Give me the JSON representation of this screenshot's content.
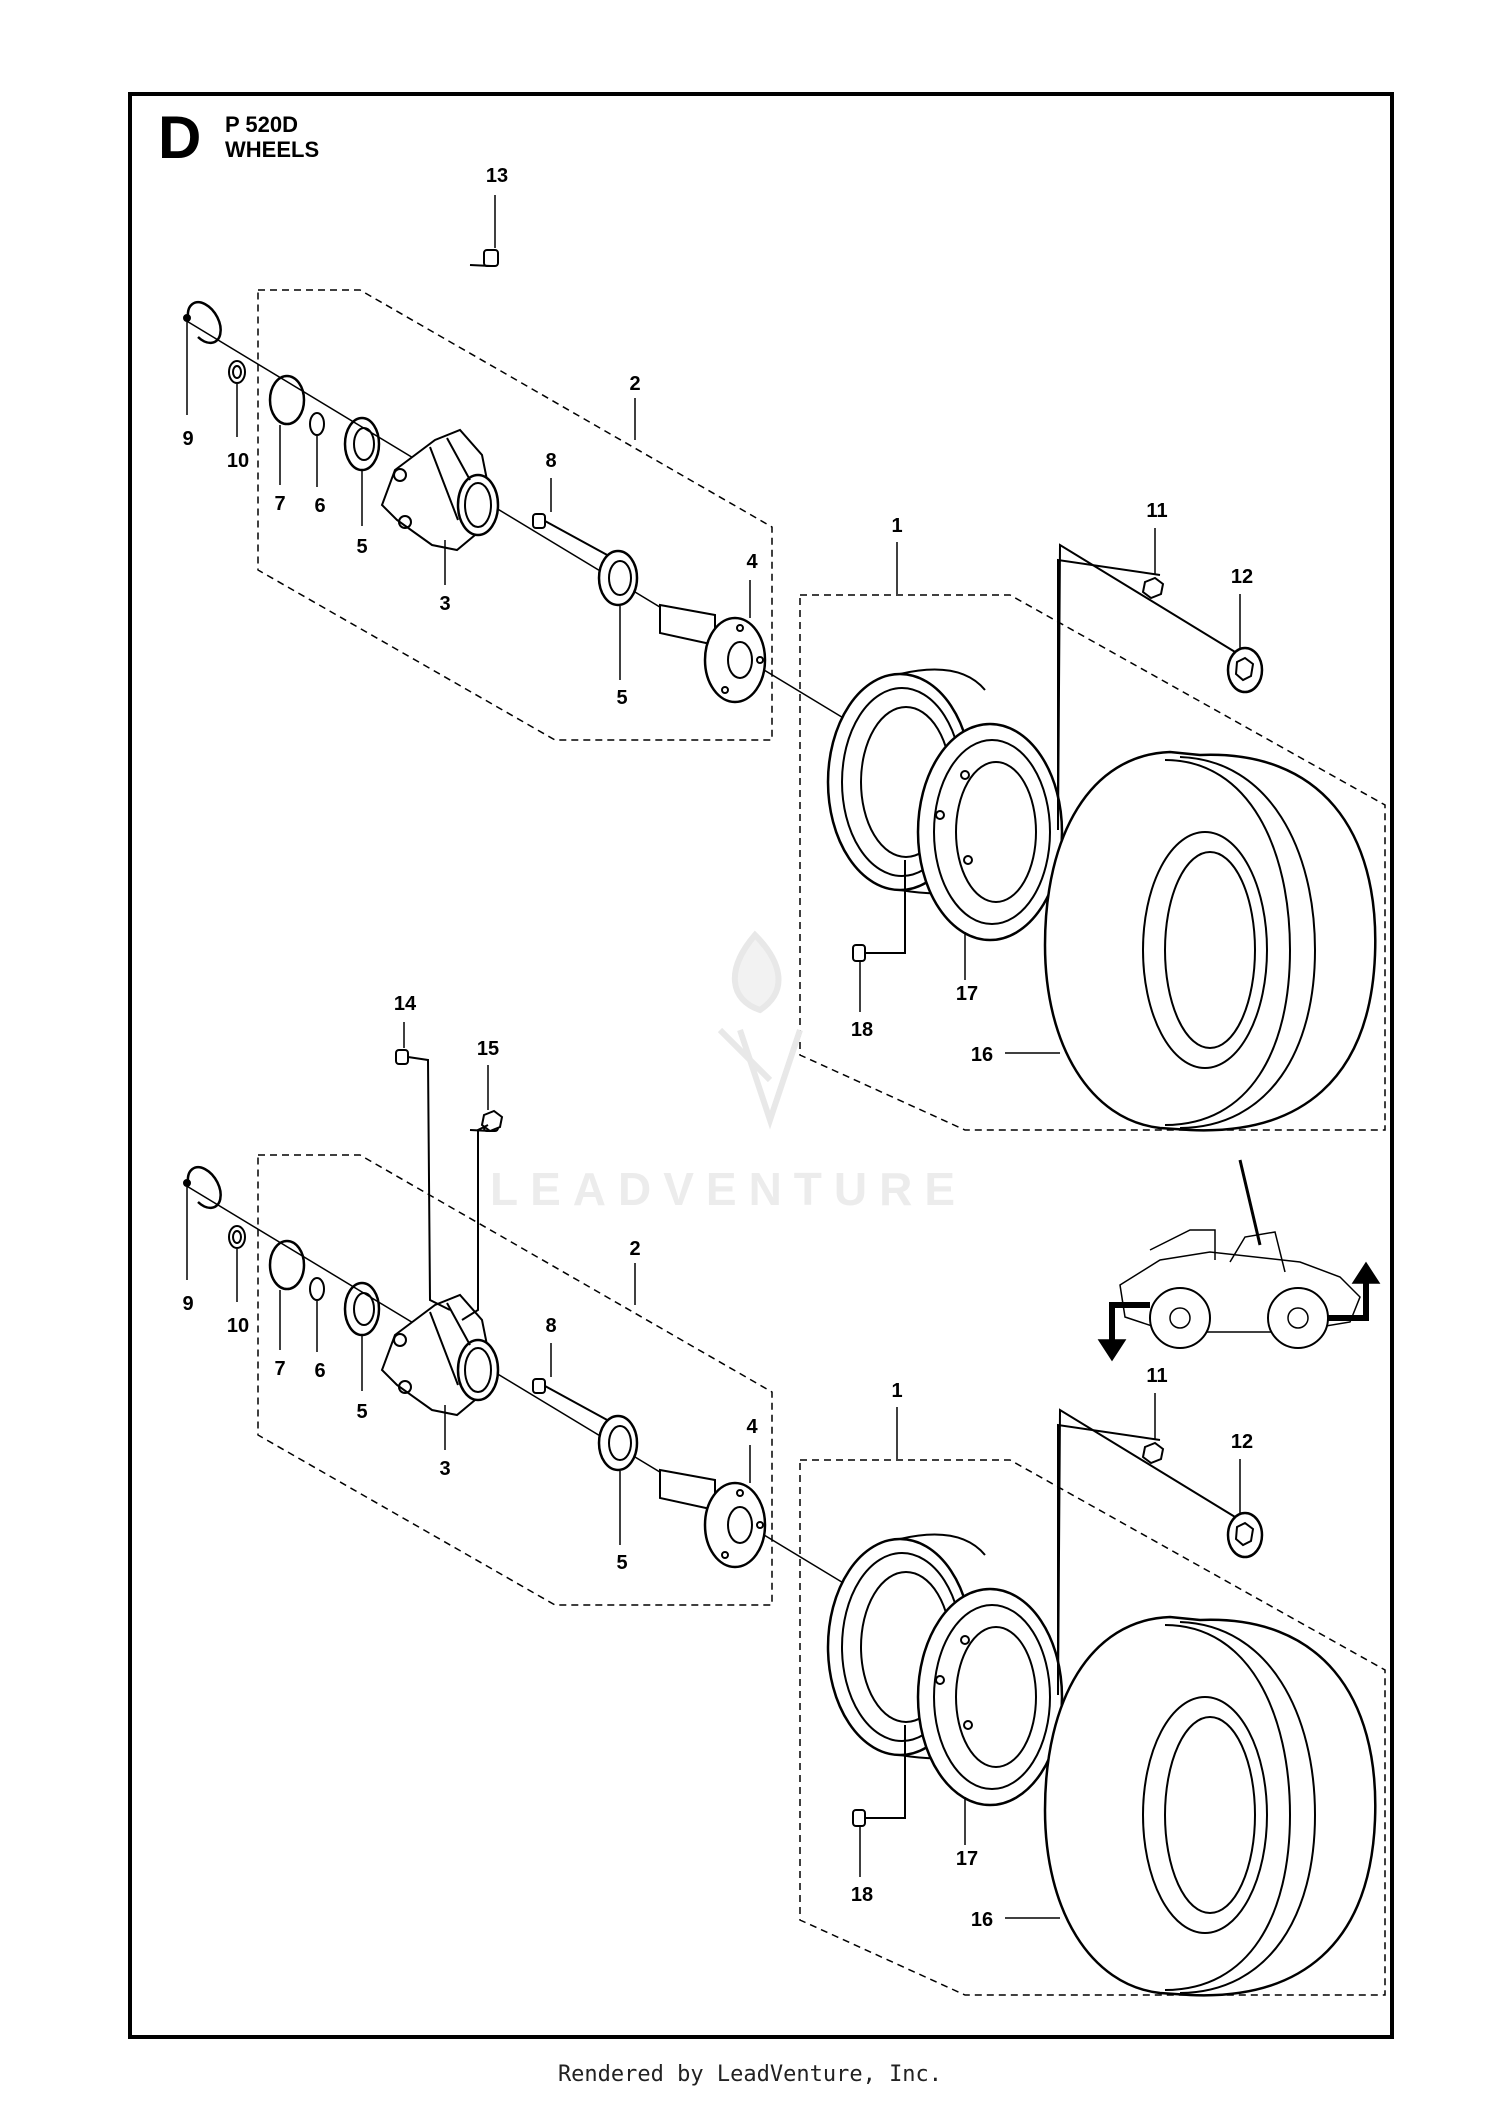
{
  "diagram": {
    "section_letter": "D",
    "model": "P 520D",
    "title": "WHEELS",
    "watermark": "LEADVENTURE",
    "footer": "Rendered by LeadVenture, Inc.",
    "callouts_top": [
      "13",
      "2",
      "9",
      "10",
      "7",
      "6",
      "5",
      "3",
      "8",
      "5",
      "4",
      "1",
      "11",
      "12",
      "17",
      "18",
      "16"
    ],
    "callouts_bottom": [
      "14",
      "15",
      "2",
      "9",
      "10",
      "7",
      "6",
      "5",
      "3",
      "8",
      "5",
      "4",
      "1",
      "11",
      "12",
      "17",
      "18",
      "16"
    ]
  }
}
